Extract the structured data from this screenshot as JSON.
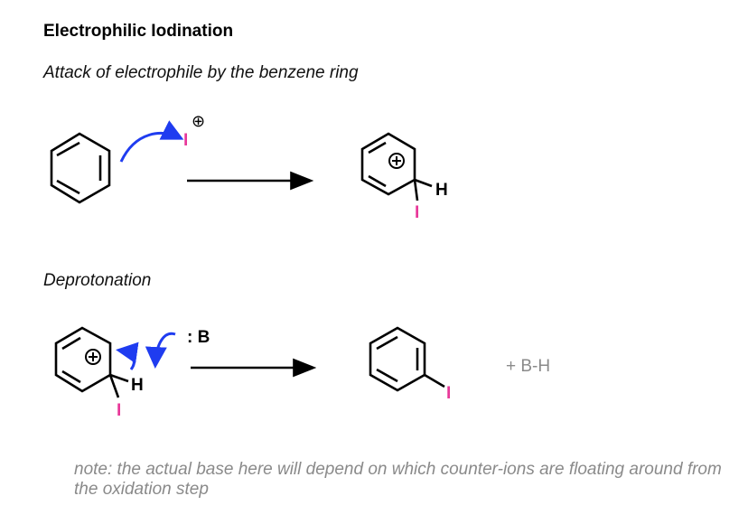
{
  "title": "Electrophilic Iodination",
  "step1": {
    "heading": "Attack of electrophile by the benzene ring",
    "electrophile": "I",
    "charge": "⊕",
    "intermediate_h": "H",
    "intermediate_i": "I"
  },
  "step2": {
    "heading": "Deprotonation",
    "base": ": B",
    "reactant_h": "H",
    "reactant_i": "I",
    "product_i": "I",
    "byproduct": "+ B-H"
  },
  "note": "note: the actual base here will depend on which counter-ions are floating around from the oxidation step",
  "colors": {
    "iodine": "#e8399a",
    "arrow": "#1f3cf0",
    "bond": "#000000",
    "note": "#8a8a8a"
  }
}
